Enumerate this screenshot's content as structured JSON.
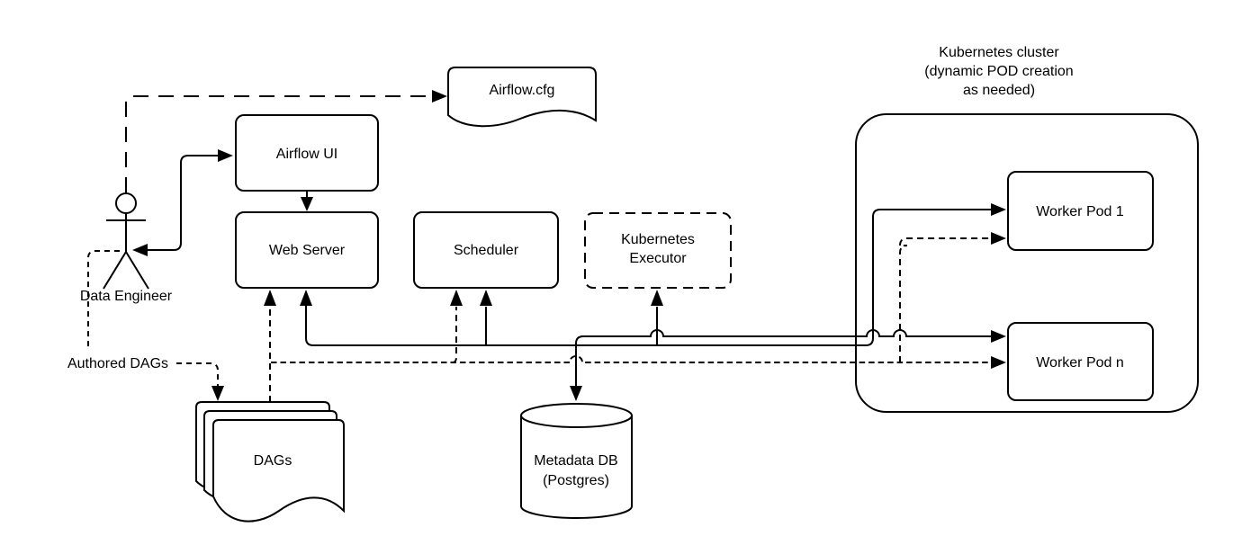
{
  "diagram": {
    "colors": {
      "line": "#000000",
      "background": "#ffffff",
      "text": "#000000"
    },
    "nodes": {
      "data_engineer": {
        "label": "Data Engineer"
      },
      "airflow_cfg": {
        "label": "Airflow.cfg"
      },
      "airflow_ui": {
        "label": "Airflow UI"
      },
      "web_server": {
        "label": "Web Server"
      },
      "scheduler": {
        "label": "Scheduler"
      },
      "kubernetes_executor": {
        "lines": [
          "Kubernetes",
          "Executor"
        ]
      },
      "authored_dags": {
        "label": "Authored DAGs"
      },
      "dags": {
        "label": "DAGs"
      },
      "metadata_db": {
        "lines": [
          "Metadata DB",
          "(Postgres)"
        ]
      },
      "kubernetes_cluster": {
        "lines": [
          "Kubernetes cluster",
          "(dynamic POD creation",
          "as needed)"
        ]
      },
      "worker_pod_1": {
        "label": "Worker Pod 1"
      },
      "worker_pod_n": {
        "label": "Worker Pod n"
      }
    }
  }
}
